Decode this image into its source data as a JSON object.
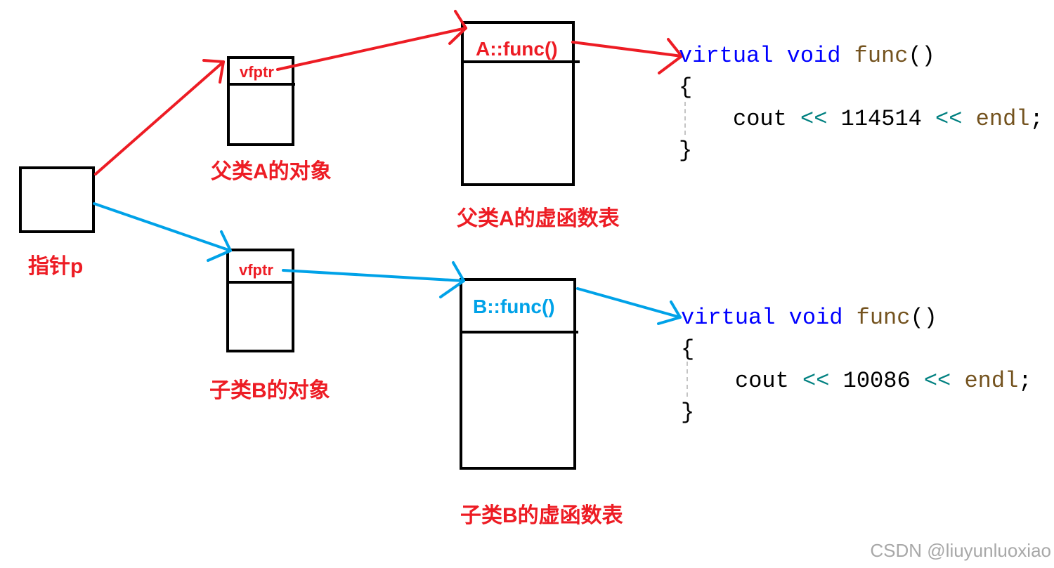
{
  "colors": {
    "background": "#ffffff",
    "red": "#ed1c24",
    "blue": "#00a2e8",
    "outline": "#000000",
    "code_keyword": "#0000ff",
    "code_function": "#74531f",
    "code_operator": "#008080",
    "code_text": "#000000",
    "indent_guide": "#c4c4c4",
    "watermark": "#a8a8a8"
  },
  "pointer": {
    "label": "指针p"
  },
  "parent_object": {
    "field": "vfptr",
    "label": "父类A的对象"
  },
  "parent_vtable": {
    "entry": "A::func()",
    "label": "父类A的虚函数表"
  },
  "child_object": {
    "field": "vfptr",
    "label": "子类B的对象"
  },
  "child_vtable": {
    "entry": "B::func()",
    "label": "子类B的虚函数表"
  },
  "code_a": {
    "keyword_virtual": "virtual",
    "keyword_void": "void",
    "function_name": "func",
    "parens": "()",
    "open_brace": "{",
    "stream": "cout",
    "operator_1": "<<",
    "value": "114514",
    "operator_2": "<<",
    "manipulator": "endl",
    "semicolon": ";",
    "close_brace": "}"
  },
  "code_b": {
    "keyword_virtual": "virtual",
    "keyword_void": "void",
    "function_name": "func",
    "parens": "()",
    "open_brace": "{",
    "stream": "cout",
    "operator_1": "<<",
    "value": "10086",
    "operator_2": "<<",
    "manipulator": "endl",
    "semicolon": ";",
    "close_brace": "}"
  },
  "watermark": "CSDN @liuyunluoxiao"
}
